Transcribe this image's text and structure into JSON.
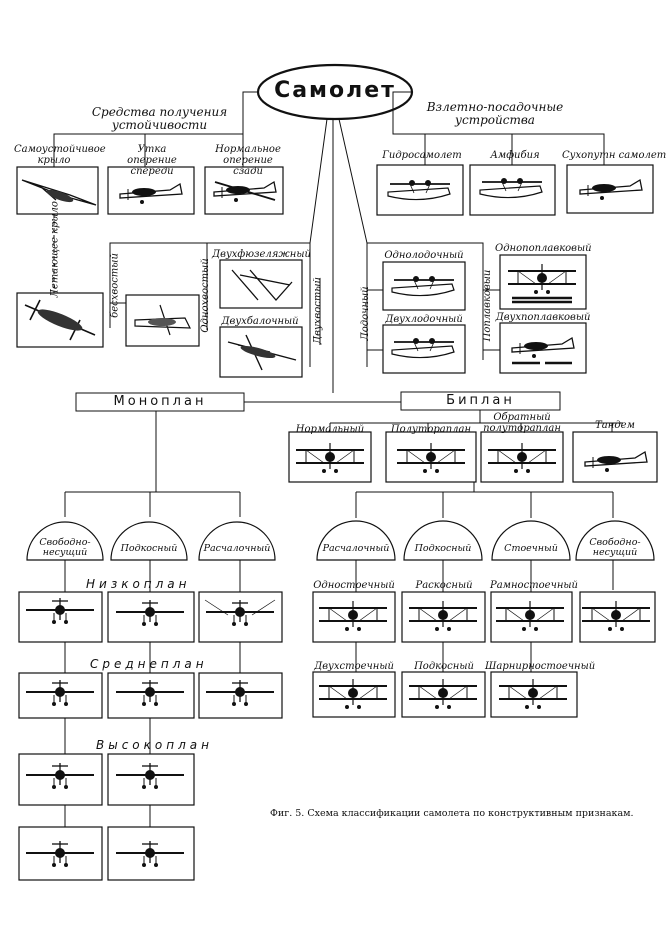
{
  "title": "Самолет",
  "groups": {
    "stability": "Средства получения устойчивости",
    "landing": "Взлетно-посадочные устройства"
  },
  "stability_items": [
    "Самоустойчивое крыло",
    "Утка оперение спереди",
    "Нормальное оперение сзади"
  ],
  "landing_items": [
    "Гидросамолет",
    "Амфибия",
    "Сухопутн самолет"
  ],
  "tail_types": {
    "flying_wing": "Летающее крыло",
    "tailless": "бесхвостый",
    "single_tail": "Однохвостый",
    "twin_tail": "Двухвостый",
    "twin_fuselage": "Двухфюзеляжный",
    "twin_boom": "Двухбалочный"
  },
  "hydro_types": {
    "boat": "Лодочный",
    "float": "Поплавковый",
    "single_boat": "Однолодочный",
    "twin_boat": "Двухлодочный",
    "single_float": "Однопоплавковый",
    "twin_float": "Двухпоплавковый"
  },
  "monoplane": "Моноплан",
  "biplane": "Биплан",
  "biplane_types": [
    "Нормальный",
    "Полутораплан",
    "Обратный полутораплан",
    "Тандем"
  ],
  "monoplane_braces": [
    "Свободно-\nнесущий",
    "Подкосный",
    "Расчалочный"
  ],
  "biplane_braces": [
    "Расчалочный",
    "Подкосный",
    "Стоечный",
    "Свободно-\nнесущий"
  ],
  "wing_positions": [
    "Низкоплан",
    "Среднеплан",
    "Высокоплан"
  ],
  "biplane_struts": [
    "Одностоечный",
    "Раскосный",
    "Рамностоечный",
    "Двухстоечный",
    "Подкосный",
    "Шарнирностоечный"
  ],
  "caption": "Фиг. 5. Схема классификации самолета по конструктивным признакам."
}
